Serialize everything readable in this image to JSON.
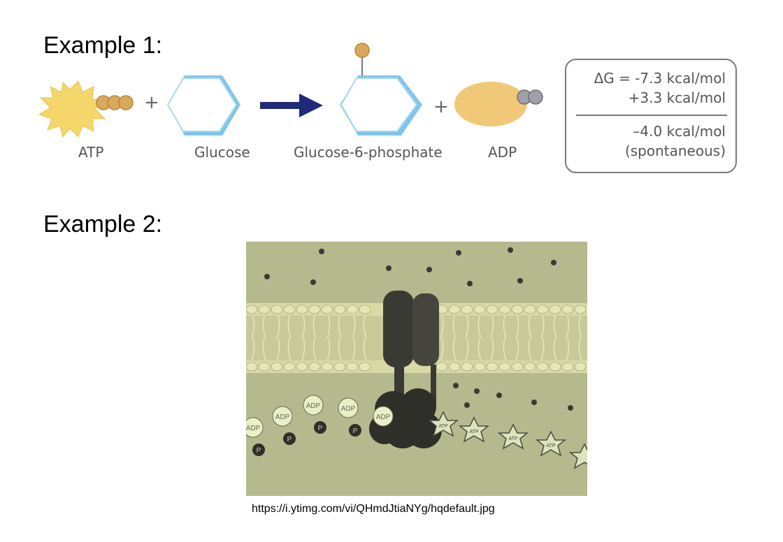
{
  "example1": {
    "heading": "Example 1:",
    "labels": {
      "atp": "ATP",
      "glucose": "Glucose",
      "g6p": "Glucose-6-phosphate",
      "adp": "ADP"
    },
    "plus": "+",
    "delta_g": {
      "line1": "ΔG = -7.3 kcal/mol",
      "line2": "+3.3 kcal/mol",
      "total": "–4.0 kcal/mol",
      "note": "(spontaneous)"
    },
    "colors": {
      "atp_burst": "#f5d66a",
      "phosphate": "#d9a85a",
      "glucose_edge": "#7fc6ea",
      "arrow": "#1f2a7a",
      "adp_body": "#f0c878",
      "adp_phosphate": "#a0a0a8"
    }
  },
  "example2": {
    "heading": "Example 2:",
    "image_labels": {
      "adp": "ADP",
      "atp": "ATP",
      "p": "P"
    },
    "caption": "https://i.ytimg.com/vi/QHmdJtiaNYg/hqdefault.jpg",
    "colors": {
      "background": "#b6b98e",
      "membrane": "#d9d9a6",
      "dark": "#3a3a34"
    }
  }
}
